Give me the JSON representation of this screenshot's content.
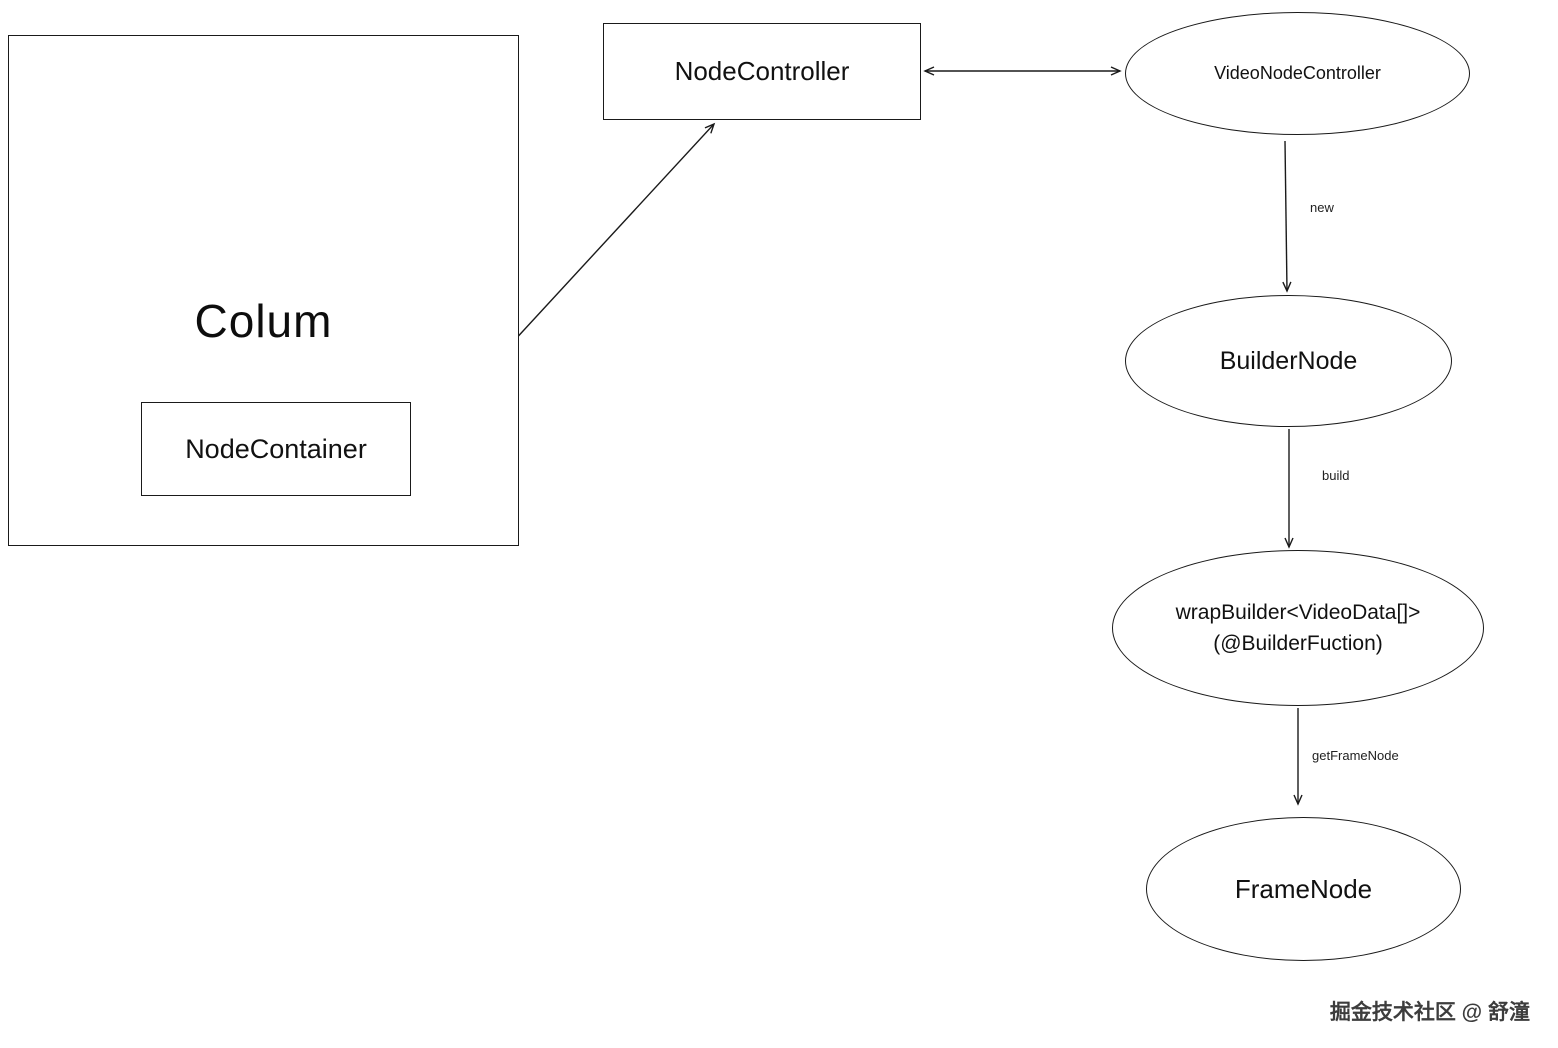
{
  "diagram": {
    "colum_label": "Colum",
    "node_container_label": "NodeContainer",
    "node_controller_label": "NodeController",
    "video_node_controller_label": "VideoNodeController",
    "builder_node_label": "BuilderNode",
    "wrap_builder_line1": "wrapBuilder<VideoData[]>",
    "wrap_builder_line2": "(@BuilderFuction)",
    "frame_node_label": "FrameNode",
    "edge_new_label": "new",
    "edge_build_label": "build",
    "edge_get_frame_node_label": "getFrameNode",
    "watermark": "掘金技术社区 @ 舒潼",
    "stroke_color": "#1a1a1a"
  }
}
